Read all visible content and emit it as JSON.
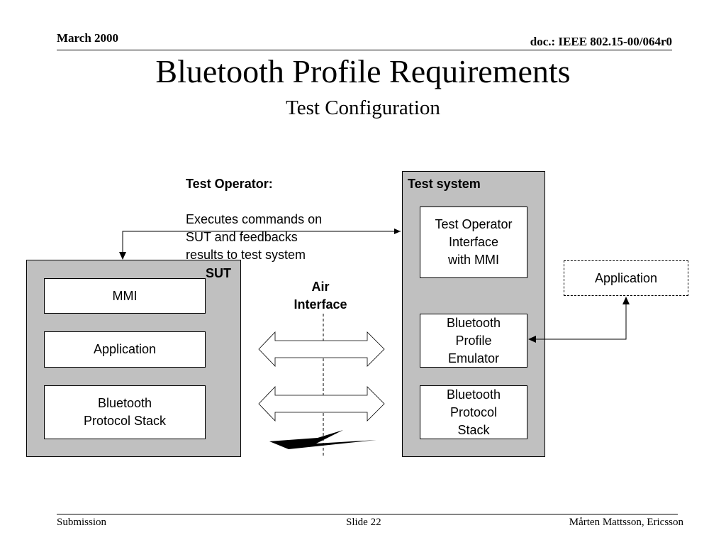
{
  "header": {
    "date": "March 2000",
    "doc_id": "doc.: IEEE 802.15-00/064r0"
  },
  "title": "Bluetooth Profile Requirements",
  "subtitle": "Test Configuration",
  "test_operator": {
    "heading": "Test Operator:",
    "description": "Executes commands on\nSUT and feedbacks\nresults to test system"
  },
  "sut": {
    "label": "SUT",
    "boxes": [
      "MMI",
      "Application",
      "Bluetooth\nProtocol Stack"
    ]
  },
  "air_interface": {
    "label": "Air\nInterface"
  },
  "test_system": {
    "label": "Test system",
    "boxes": [
      "Test Operator\nInterface\nwith MMI",
      "Bluetooth\nProfile\nEmulator",
      "Bluetooth\nProtocol\nStack"
    ]
  },
  "external_application": "Application",
  "footer": {
    "left": "Submission",
    "center": "Slide 22",
    "right": "Mårten Mattsson, Ericsson"
  }
}
